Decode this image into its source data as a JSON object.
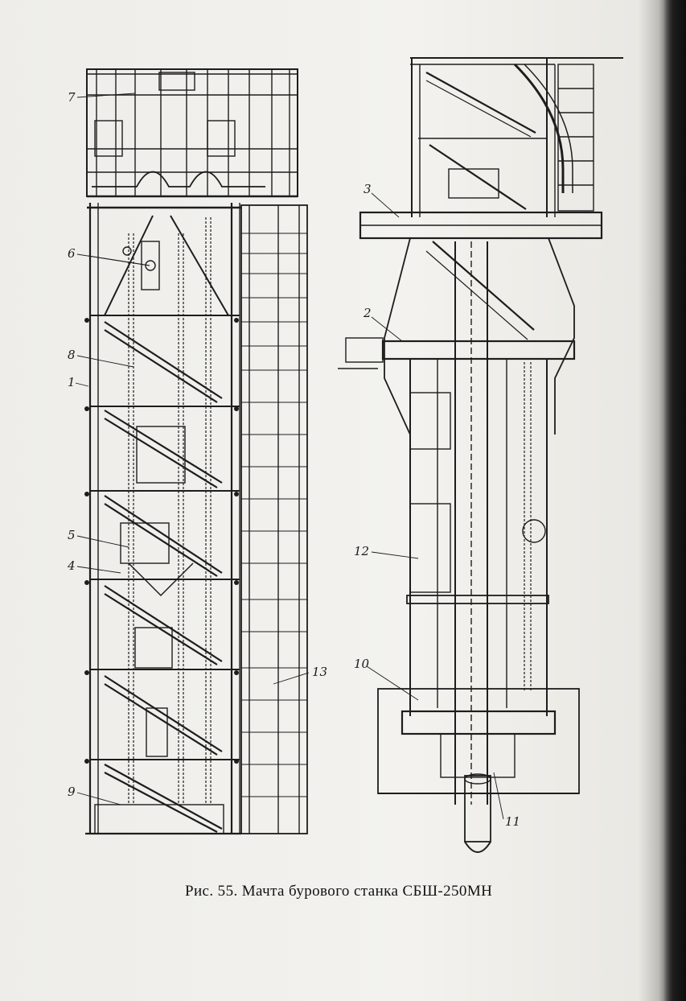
{
  "figure": {
    "caption": "Рис. 55. Мачта бурового станка СБШ-250МН"
  },
  "callouts": {
    "c1": "1",
    "c2": "2",
    "c3": "3",
    "c4": "4",
    "c5": "5",
    "c6": "6",
    "c7": "7",
    "c8": "8",
    "c9": "9",
    "c10": "10",
    "c11": "11",
    "c12": "12",
    "c13": "13"
  },
  "colors": {
    "paper": "#f1f0ec",
    "ink": "#1a1a1a",
    "page_edge": "#111111"
  }
}
